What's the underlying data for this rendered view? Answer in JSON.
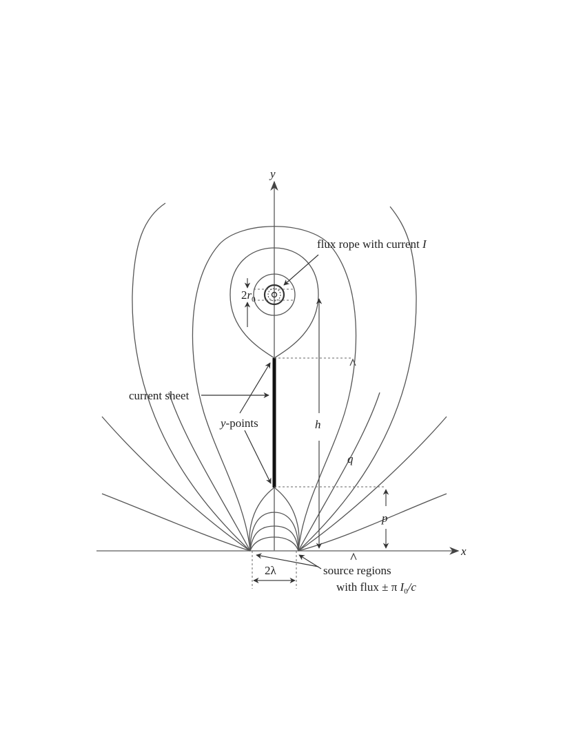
{
  "labels": {
    "y_axis": "y",
    "x_axis": "x",
    "flux_rope": "flux rope with current ",
    "flux_rope_I": "I",
    "r0_coef": "2",
    "r0_var": "r",
    "r0_sub": "0",
    "current_sheet": "current sheet",
    "y_points_y": "y",
    "y_points_rest": "-points",
    "h": "h",
    "q": "q",
    "p": "p",
    "two_lambda": "2λ",
    "source_regions": "source regions",
    "with_flux_pre": "with flux ± π ",
    "with_flux_I": "I",
    "with_flux_sub": "0",
    "with_flux_post": "/c"
  },
  "colors": {
    "lines": "#555555",
    "axes": "#777777",
    "sheet": "#111111",
    "text": "#222222"
  }
}
